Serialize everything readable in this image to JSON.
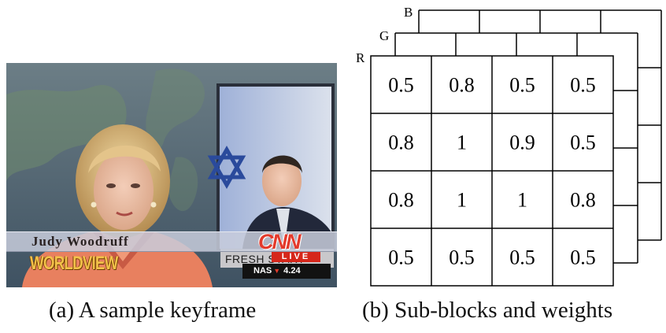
{
  "figure": {
    "panel_a": {
      "caption": "(a)  A sample keyframe",
      "overlay": {
        "inset_caption": "FRESH START",
        "anchor_name": "Judy  Woodruff",
        "show_logo": "WORLDVIEW",
        "network_logo": "CNN",
        "live_tag": "LIVE",
        "ticker_label": "NAS",
        "ticker_value": "4.24"
      }
    },
    "panel_b": {
      "caption": "(b)  Sub-blocks and weights",
      "channels": [
        "R",
        "G",
        "B"
      ],
      "weights": [
        [
          "0.5",
          "0.8",
          "0.5",
          "0.5"
        ],
        [
          "0.8",
          "1",
          "0.9",
          "0.5"
        ],
        [
          "0.8",
          "1",
          "1",
          "0.8"
        ],
        [
          "0.5",
          "0.5",
          "0.5",
          "0.5"
        ]
      ]
    }
  },
  "colors": {
    "jacket": "#e8805f",
    "background_map": "#4e6173",
    "caption_text": "#111111"
  }
}
